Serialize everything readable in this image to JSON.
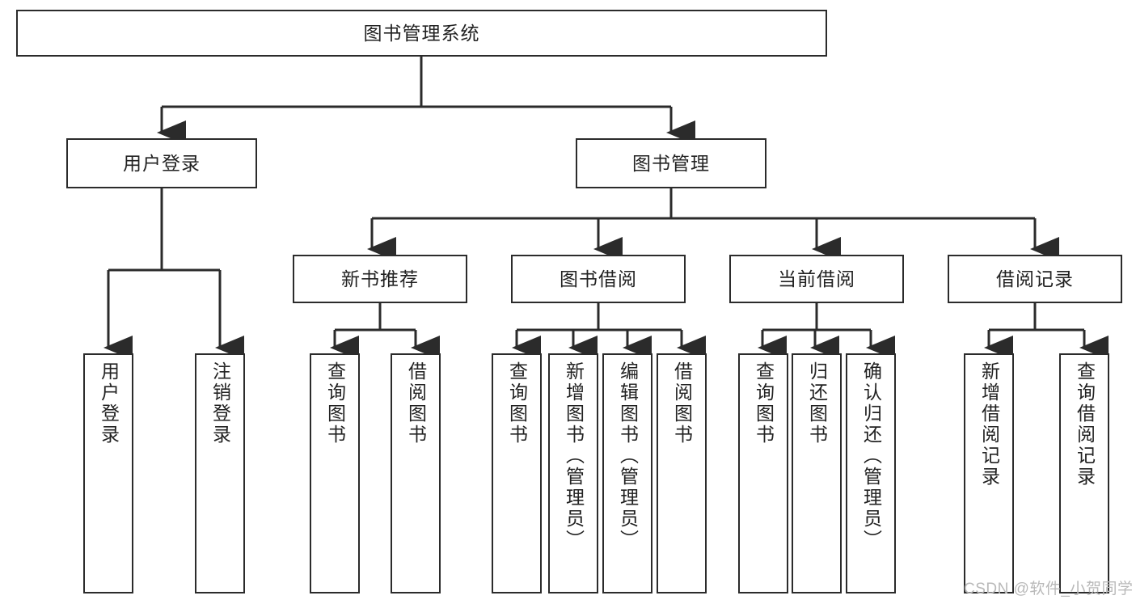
{
  "diagram": {
    "type": "tree-hierarchy-flowchart",
    "title": "图书管理系统",
    "stroke_color": "#2b2b2b",
    "fill_color": "#ffffff",
    "text_color": "#222222",
    "root": {
      "id": "root",
      "label": "图书管理系统"
    },
    "level1": [
      {
        "id": "user-login",
        "label": "用户登录"
      },
      {
        "id": "book-management",
        "label": "图书管理"
      }
    ],
    "level2": [
      {
        "id": "new-book-recommend",
        "label": "新书推荐",
        "parent": "book-management"
      },
      {
        "id": "book-borrow",
        "label": "图书借阅",
        "parent": "book-management"
      },
      {
        "id": "current-borrow",
        "label": "当前借阅",
        "parent": "book-management"
      },
      {
        "id": "borrow-record",
        "label": "借阅记录",
        "parent": "book-management"
      }
    ],
    "leaves": [
      {
        "id": "leaf-user-login",
        "label": "用户登录",
        "parent": "user-login"
      },
      {
        "id": "leaf-logout-login",
        "label": "注销登录",
        "parent": "user-login"
      },
      {
        "id": "leaf-query-book-1",
        "label": "查询图书",
        "parent": "new-book-recommend"
      },
      {
        "id": "leaf-borrow-book-1",
        "label": "借阅图书",
        "parent": "new-book-recommend"
      },
      {
        "id": "leaf-query-book-2",
        "label": "查询图书",
        "parent": "book-borrow"
      },
      {
        "id": "leaf-add-book",
        "label": "新增图书（管理员）",
        "parent": "book-borrow"
      },
      {
        "id": "leaf-edit-book",
        "label": "编辑图书（管理员）",
        "parent": "book-borrow"
      },
      {
        "id": "leaf-borrow-book-2",
        "label": "借阅图书",
        "parent": "book-borrow"
      },
      {
        "id": "leaf-query-book-3",
        "label": "查询图书",
        "parent": "current-borrow"
      },
      {
        "id": "leaf-return-book",
        "label": "归还图书",
        "parent": "current-borrow"
      },
      {
        "id": "leaf-confirm-return",
        "label": "确认归还（管理员）",
        "parent": "current-borrow"
      },
      {
        "id": "leaf-add-record",
        "label": "新增借阅记录",
        "parent": "borrow-record"
      },
      {
        "id": "leaf-query-record",
        "label": "查询借阅记录",
        "parent": "borrow-record"
      }
    ],
    "watermark": "CSDN @软件_小贺同学"
  }
}
